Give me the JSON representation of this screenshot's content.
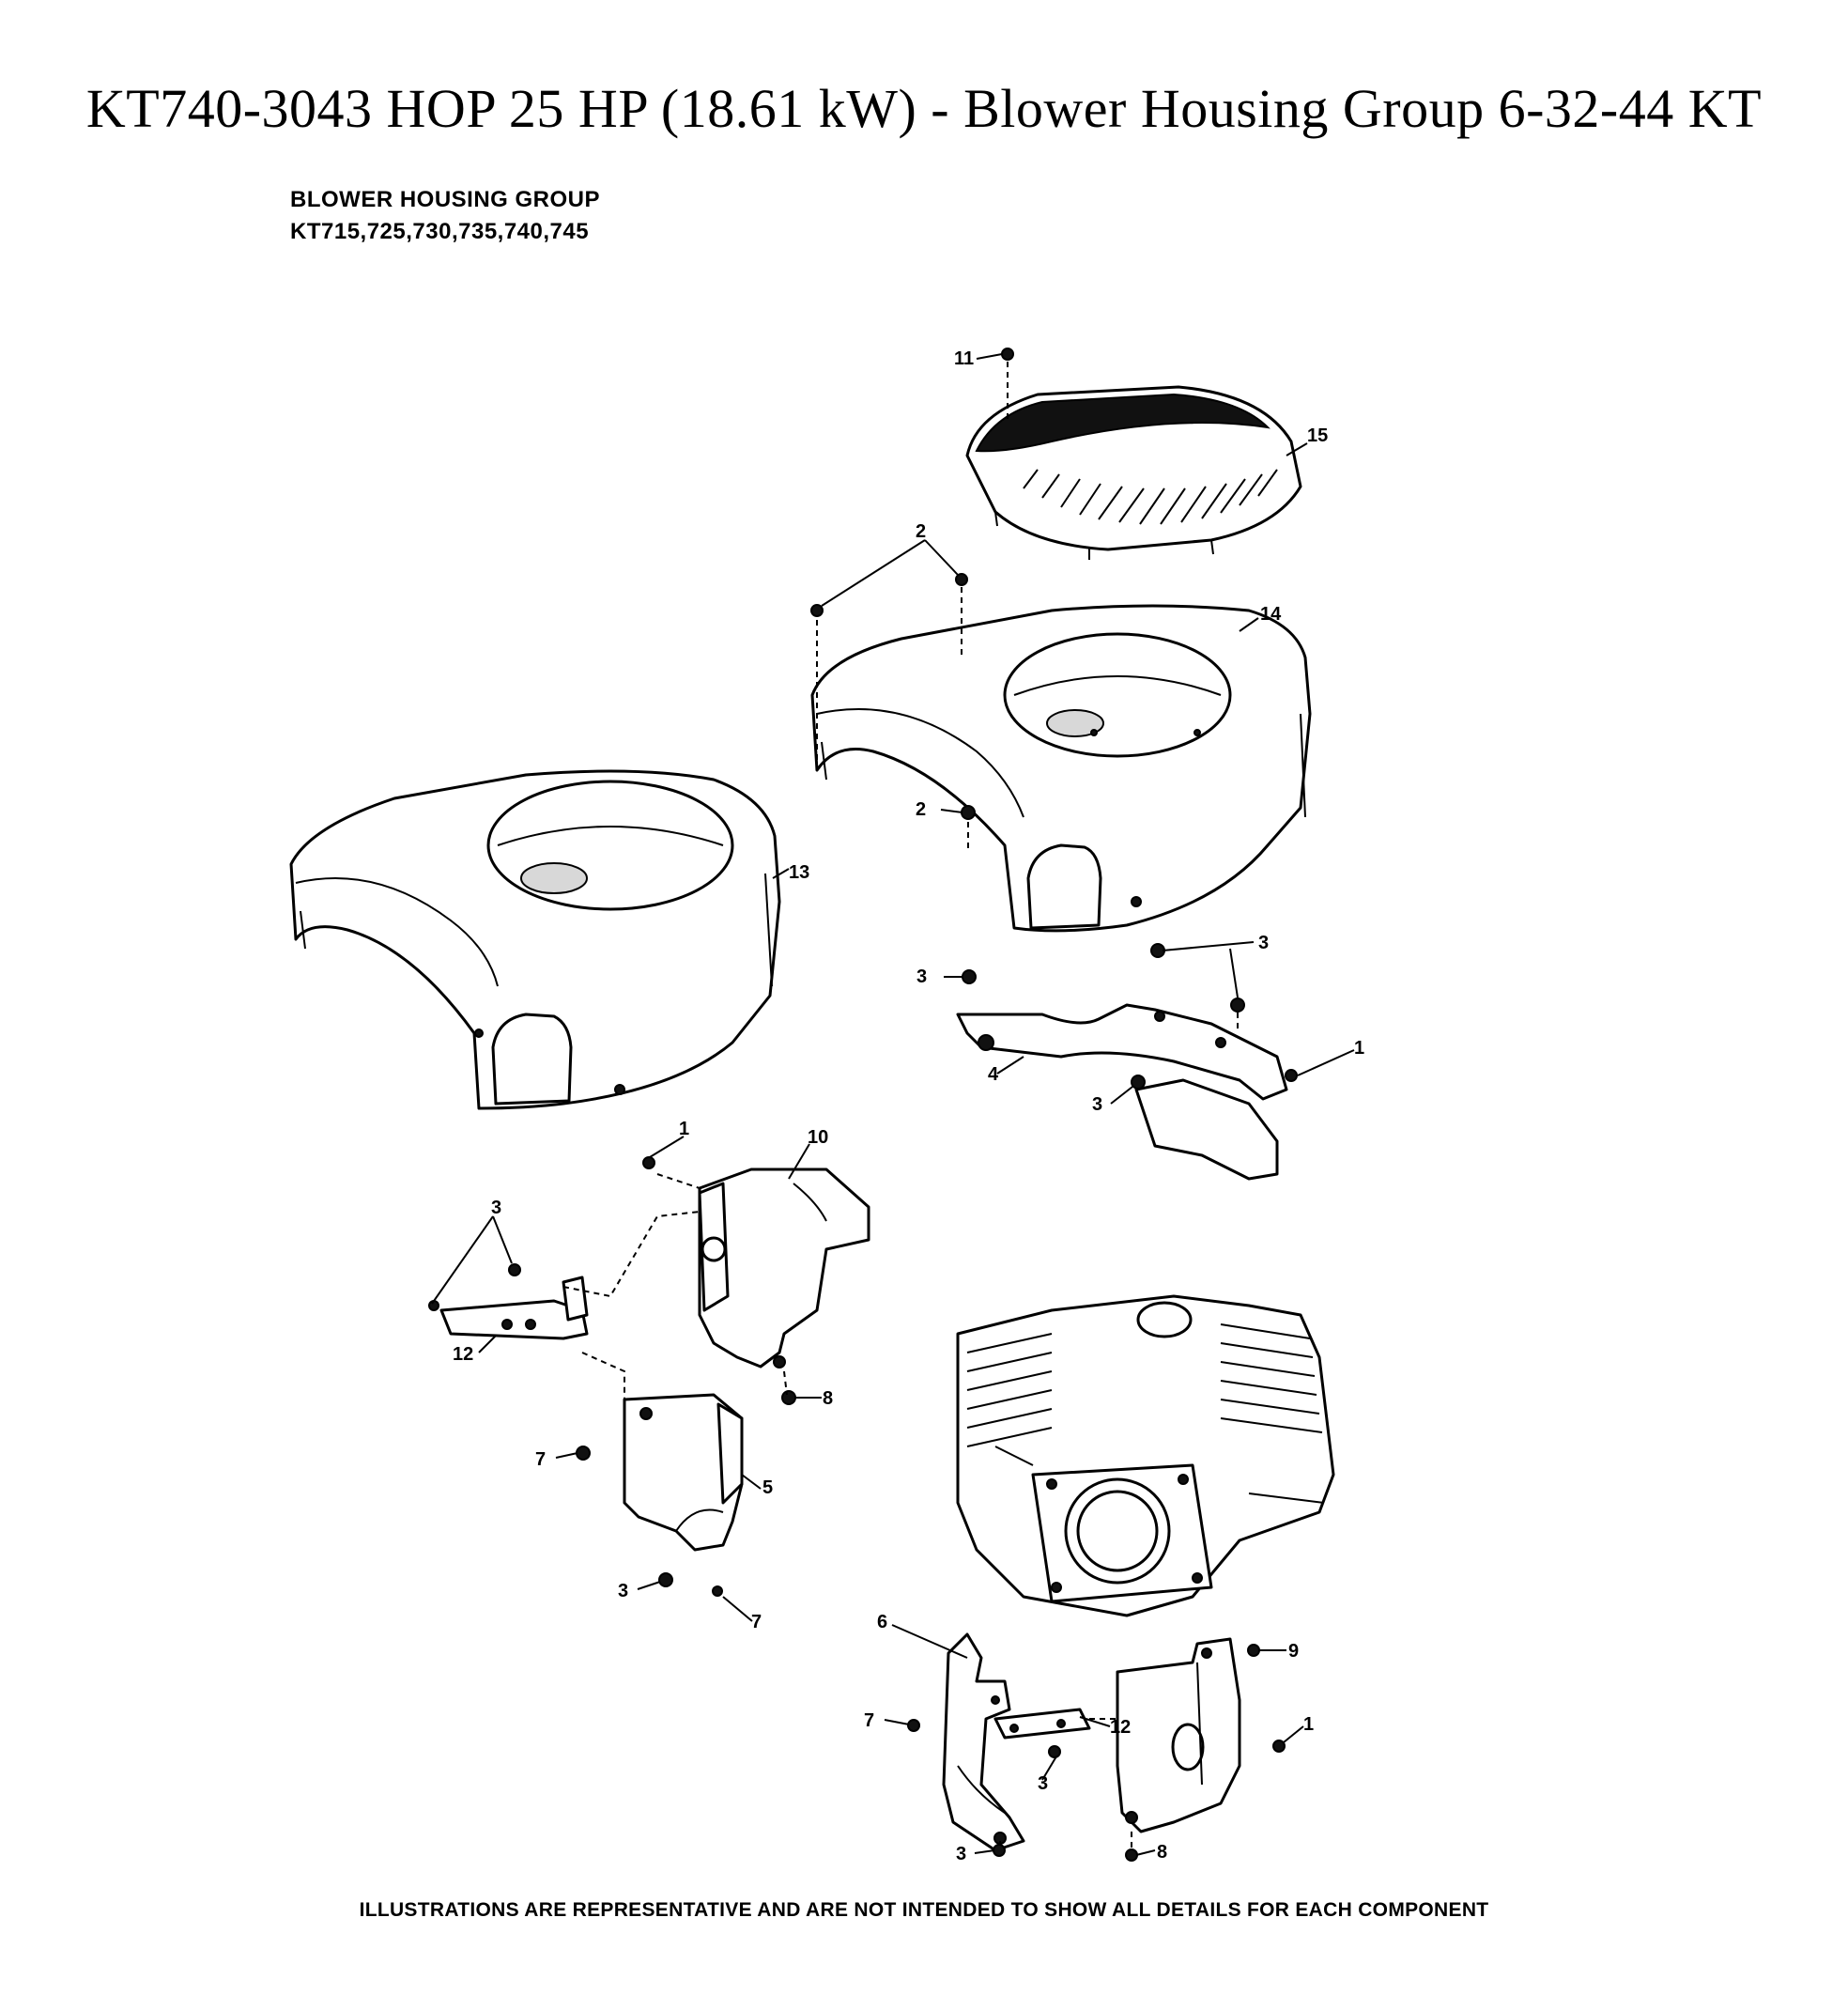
{
  "header": {
    "title": "KT740-3043 HOP 25 HP (18.61 kW) - Blower Housing Group 6-32-44 KT"
  },
  "diagram": {
    "group_title_line1": "BLOWER HOUSING GROUP",
    "group_title_line2": "KT715,725,730,735,740,745",
    "callouts": {
      "c11": "11",
      "c15": "15",
      "c2_top": "2",
      "c14": "14",
      "c2_mid": "2",
      "c13": "13",
      "c3_a": "3",
      "c3_b": "3",
      "c4": "4",
      "c1_a": "1",
      "c3_c": "3",
      "c1_b": "1",
      "c10": "10",
      "c3_d": "3",
      "c12_a": "12",
      "c8_a": "8",
      "c7_a": "7",
      "c5": "5",
      "c3_e": "3",
      "c7_b": "7",
      "c6": "6",
      "c9": "9",
      "c7_c": "7",
      "c12_b": "12",
      "c1_c": "1",
      "c3_f": "3",
      "c3_g": "3",
      "c8_b": "8"
    }
  },
  "footer": {
    "note": "ILLUSTRATIONS ARE REPRESENTATIVE AND ARE NOT INTENDED TO SHOW ALL DETAILS FOR EACH COMPONENT"
  }
}
